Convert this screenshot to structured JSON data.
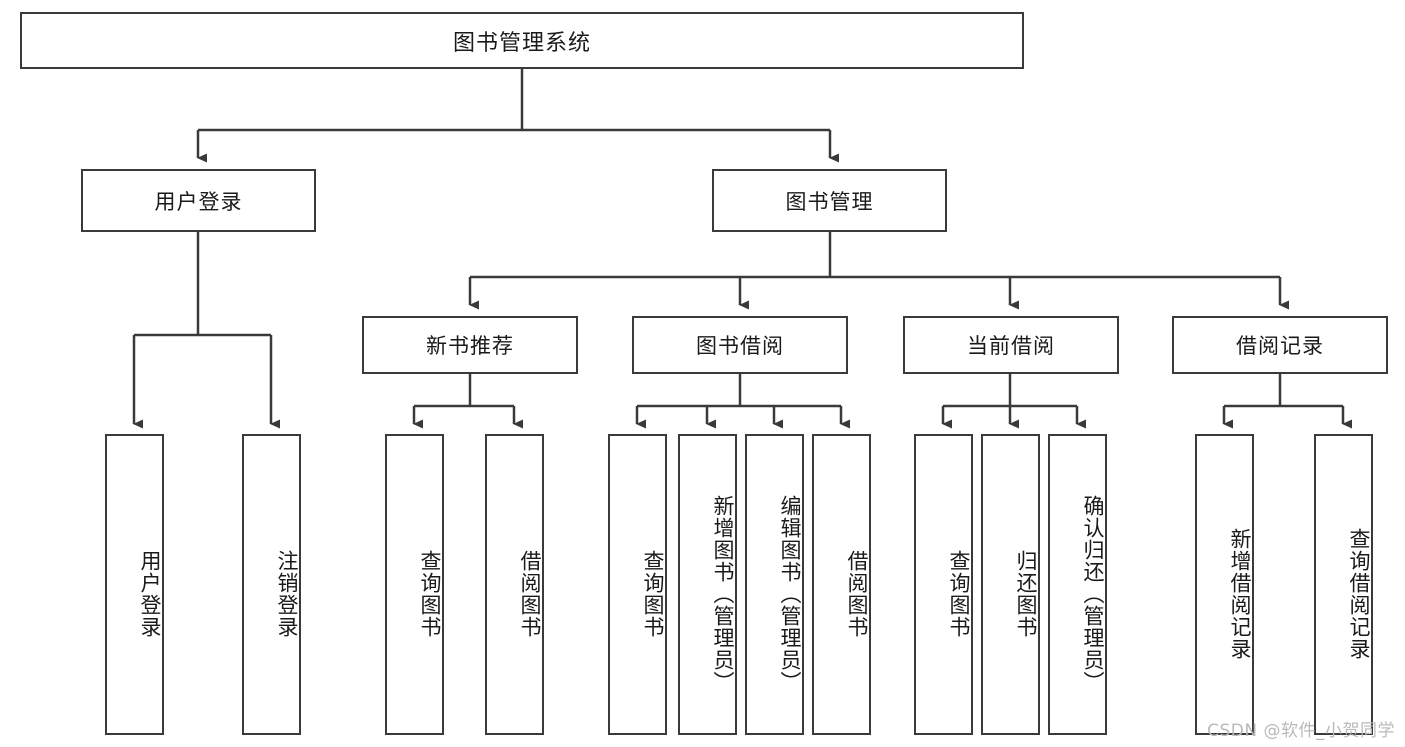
{
  "diagram": {
    "title": "图书管理系统",
    "type": "功能结构图",
    "watermark": "CSDN @软件_小贺同学",
    "colors": {
      "node_border": "#3a3a3a",
      "node_fill": "#ffffff",
      "edge": "#3a3a3a",
      "text": "#1a1a1a",
      "watermark": "#b9b9b9",
      "background": "#ffffff"
    },
    "root": {
      "label": "图书管理系统"
    },
    "level2": [
      {
        "label": "用户登录"
      },
      {
        "label": "图书管理"
      }
    ],
    "level3": [
      {
        "label": "新书推荐"
      },
      {
        "label": "图书借阅"
      },
      {
        "label": "当前借阅"
      },
      {
        "label": "借阅记录"
      }
    ],
    "leaves": {
      "user_login": [
        {
          "label": "用户登录"
        },
        {
          "label": "注销登录"
        }
      ],
      "new_book": [
        {
          "label": "查询图书"
        },
        {
          "label": "借阅图书"
        }
      ],
      "book_borrow": [
        {
          "label": "查询图书"
        },
        {
          "label": "新增图书（管理员）"
        },
        {
          "label": "编辑图书（管理员）"
        },
        {
          "label": "借阅图书"
        }
      ],
      "current_borrow": [
        {
          "label": "查询图书"
        },
        {
          "label": "归还图书"
        },
        {
          "label": "确认归还（管理员）"
        }
      ],
      "borrow_record": [
        {
          "label": "新增借阅记录"
        },
        {
          "label": "查询借阅记录"
        }
      ]
    }
  }
}
